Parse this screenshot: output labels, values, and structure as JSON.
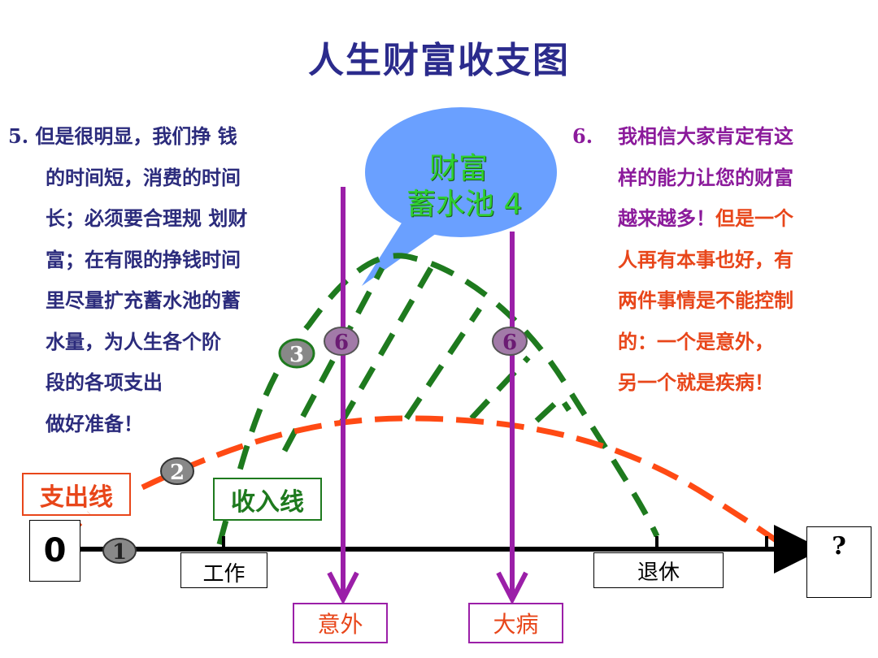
{
  "title": "人生财富收支图",
  "left_note": {
    "number": "5.",
    "lines": [
      "但是很明显，我们挣 钱",
      "的时间短，消费的时间",
      "长；必须要合理规 划财",
      "富；在有限的挣钱时间",
      "里尽量扩充蓄水池的蓄",
      "水量，为人生各个阶",
      "段的各项支出",
      "做好准备！"
    ]
  },
  "right_note": {
    "number": "6.",
    "purple_lines": [
      "我相信大家肯定有这",
      "样的能力让您的财富",
      "越来越多！"
    ],
    "orange_first": "但是一个",
    "orange_lines": [
      "人再有本事也好，有",
      "两件事情是不能控制",
      "的：一个是意外，",
      "另一个就是疾病！"
    ]
  },
  "bubble": {
    "line1": "财富",
    "line2": "蓄水池 4"
  },
  "labels": {
    "origin": "0",
    "expense_line": "支出线",
    "income_line": "收入线",
    "work": "工作",
    "retire": "退休",
    "unknown": "?",
    "accident": "意外",
    "illness": "大病"
  },
  "markers": {
    "m1": "1",
    "m2": "2",
    "m3": "3",
    "m6a": "6",
    "m6b": "6"
  },
  "colors": {
    "title": "#2b2b8c",
    "income": "#1e7a1e",
    "expense": "#ff4a14",
    "purple": "#9b1fa8",
    "bubble": "#6aa0ff"
  }
}
